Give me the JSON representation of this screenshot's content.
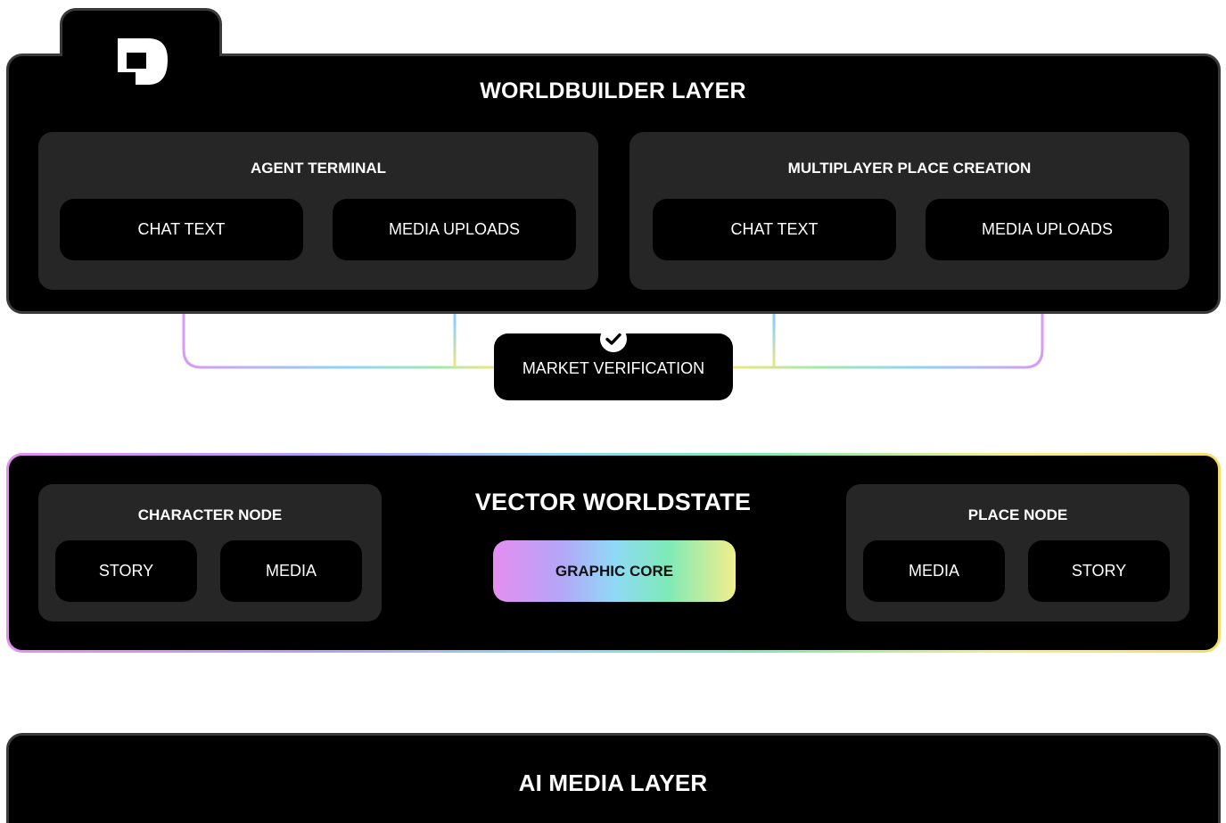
{
  "worldbuilder": {
    "title": "WORLDBUILDER LAYER",
    "agent_terminal": {
      "title": "AGENT TERMINAL",
      "chat": "CHAT TEXT",
      "media": "MEDIA UPLOADS"
    },
    "multiplayer": {
      "title": "MULTIPLAYER PLACE CREATION",
      "chat": "CHAT TEXT",
      "media": "MEDIA UPLOADS"
    }
  },
  "market_verification": {
    "label": "MARKET VERIFICATION",
    "icon": "checkmark-circle-icon"
  },
  "vector_worldstate": {
    "title": "VECTOR WORLDSTATE",
    "character_node": {
      "title": "CHARACTER NODE",
      "story": "STORY",
      "media": "MEDIA"
    },
    "graphic_core": "GRAPHIC CORE",
    "place_node": {
      "title": "PLACE NODE",
      "media": "MEDIA",
      "story": "STORY"
    }
  },
  "ai_media": {
    "title": "AI MEDIA LAYER"
  },
  "colors": {
    "background": "#ffffff",
    "layer": "#000000",
    "panel": "#262626",
    "gradient": [
      "#e48ef0",
      "#b49cf6",
      "#8ed4f4",
      "#7de9b0",
      "#f4ec8a"
    ]
  },
  "icons": {
    "logo": "brand-logo-icon"
  }
}
